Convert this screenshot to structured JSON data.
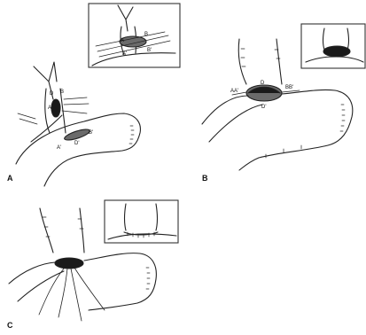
{
  "panels": [
    {
      "id": "A",
      "letter": "A",
      "labels": {
        "upper_left": "D",
        "upper_mid": "A",
        "upper_right": "B",
        "lower_left": "A'",
        "lower_mid": "D'",
        "lower_right": "B'"
      },
      "inset_labels": {
        "a": "A",
        "b": "B",
        "a2": "A'",
        "b2": "B'"
      }
    },
    {
      "id": "B",
      "letter": "B",
      "labels": {
        "left": "AA'",
        "top": "D",
        "right": "BB'",
        "bottom": "D'"
      }
    },
    {
      "id": "C",
      "letter": "C"
    }
  ],
  "colors": {
    "line": "#222222",
    "fill_dark": "#1a1a1a",
    "fill_mid": "#6b6b6b"
  }
}
